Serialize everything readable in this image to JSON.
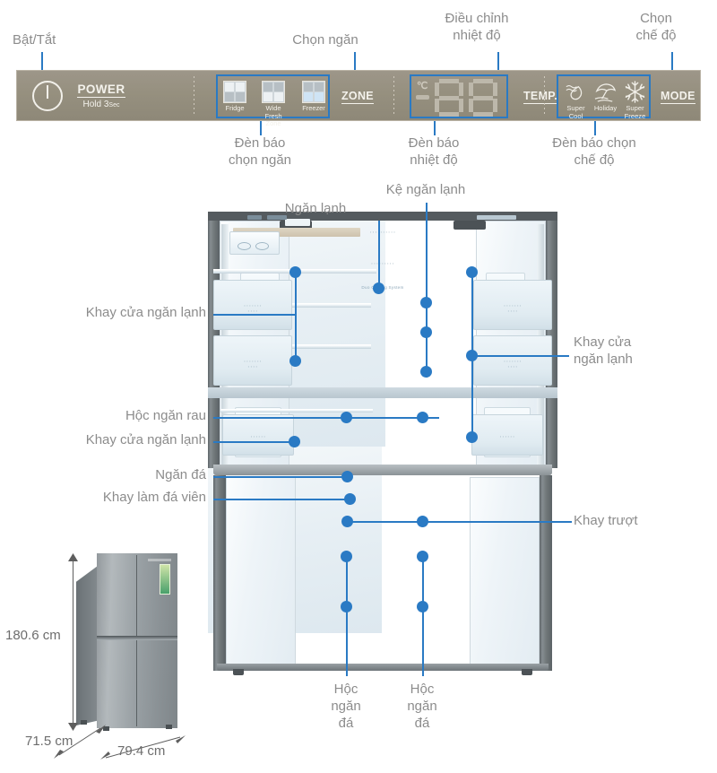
{
  "document": {
    "kind": "product-annotation-diagram",
    "subject": "Tủ lạnh 4 cửa"
  },
  "control_panel": {
    "power": {
      "label": "POWER",
      "sub": "Hold 3",
      "sub_unit": "Sec",
      "icon": "power-icon"
    },
    "zone_button": "ZONE",
    "temp_button": "TEMP.",
    "mode_button": "MODE",
    "zone_indicators": [
      {
        "label": "Fridge",
        "icon": "fridge-compartment-icon"
      },
      {
        "label": "Wide Fresh\nZone",
        "icon": "wide-fresh-zone-icon"
      },
      {
        "label": "Freezer",
        "icon": "freezer-compartment-icon"
      }
    ],
    "temperature_display": {
      "unit": "℃",
      "minus_sign": "-",
      "digits": "88"
    },
    "mode_indicators": [
      {
        "label": "Super\nCool",
        "icon": "super-cool-icon"
      },
      {
        "label": "Holiday",
        "icon": "holiday-umbrella-icon"
      },
      {
        "label": "Super\nFreeze",
        "icon": "super-freeze-snowflake-icon"
      }
    ]
  },
  "panel_callouts": {
    "top": [
      {
        "text": "Bật/Tắt"
      },
      {
        "text": "Chọn ngăn"
      },
      {
        "text": "Điều chỉnh\nnhiệt độ"
      },
      {
        "text": "Chọn\nchế độ"
      }
    ],
    "bottom": [
      {
        "text": "Đèn báo\nchọn ngăn"
      },
      {
        "text": "Đèn báo\nnhiệt độ"
      },
      {
        "text": "Đèn báo chọn\nchế độ"
      }
    ]
  },
  "fridge_callouts": [
    {
      "id": "nganh-lanh",
      "text": "Ngăn lạnh"
    },
    {
      "id": "ke-ngan-lanh",
      "text": "Kệ ngăn lạnh"
    },
    {
      "id": "khay-cua-trai-1",
      "text": "Khay cửa ngăn lạnh"
    },
    {
      "id": "khay-cua-phai",
      "text": "Khay cửa\nngăn lạnh"
    },
    {
      "id": "hoc-ngan-rau",
      "text": "Hộc ngăn rau"
    },
    {
      "id": "khay-cua-trai-2",
      "text": "Khay cửa ngăn lạnh"
    },
    {
      "id": "ngan-da",
      "text": "Ngăn đá"
    },
    {
      "id": "khay-lam-da-vien",
      "text": "Khay làm đá viên"
    },
    {
      "id": "khay-truot",
      "text": "Khay trượt"
    },
    {
      "id": "hoc-ngan-da-trai",
      "text": "Hộc\nngăn\nđá"
    },
    {
      "id": "hoc-ngan-da-phai",
      "text": "Hộc\nngăn\nđá"
    }
  ],
  "interior_text": {
    "duo_cooling": "Duo Cooling System"
  },
  "dimensions": {
    "height": "180.6 cm",
    "depth": "71.5 cm",
    "width": "79.4 cm"
  },
  "colors": {
    "callout_line": "#2a7ac4",
    "callout_text": "#8c8c8c",
    "panel_base": "#96907f",
    "panel_text": "#f4f2ec",
    "dimension_text": "#6d6d6d"
  }
}
